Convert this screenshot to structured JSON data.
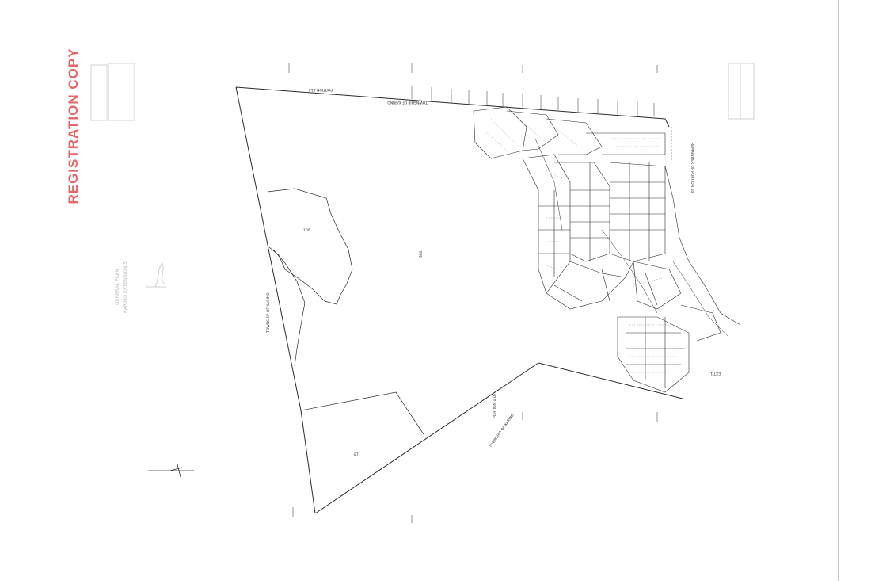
{
  "stamp": {
    "text": "REGISTRATION COPY",
    "color": "#e54b4b"
  },
  "colors": {
    "line": "#2b2b2b",
    "faint": "#c8c8c8",
    "stamp": "#e54b4b"
  },
  "boundary_labels": {
    "north_portion": "PORTION 812",
    "north_township": "TOWNSHIP OF KARINO",
    "west_township": "TOWNSHIP OF KARINO",
    "south_portion": "PORTION 1 OF",
    "south_township": "TOWNSHIP OF KARINO",
    "east_ext": "EXT 1",
    "east_remainder": "REMAINDER OF PORTION 10"
  },
  "parcel_labels": {
    "a": "100",
    "b": "87",
    "c": "380"
  },
  "title_block": {
    "line1": "GENERAL PLAN",
    "line2": "KARINO EXTENSION 5"
  },
  "icons": [
    "north-arrow-icon"
  ]
}
